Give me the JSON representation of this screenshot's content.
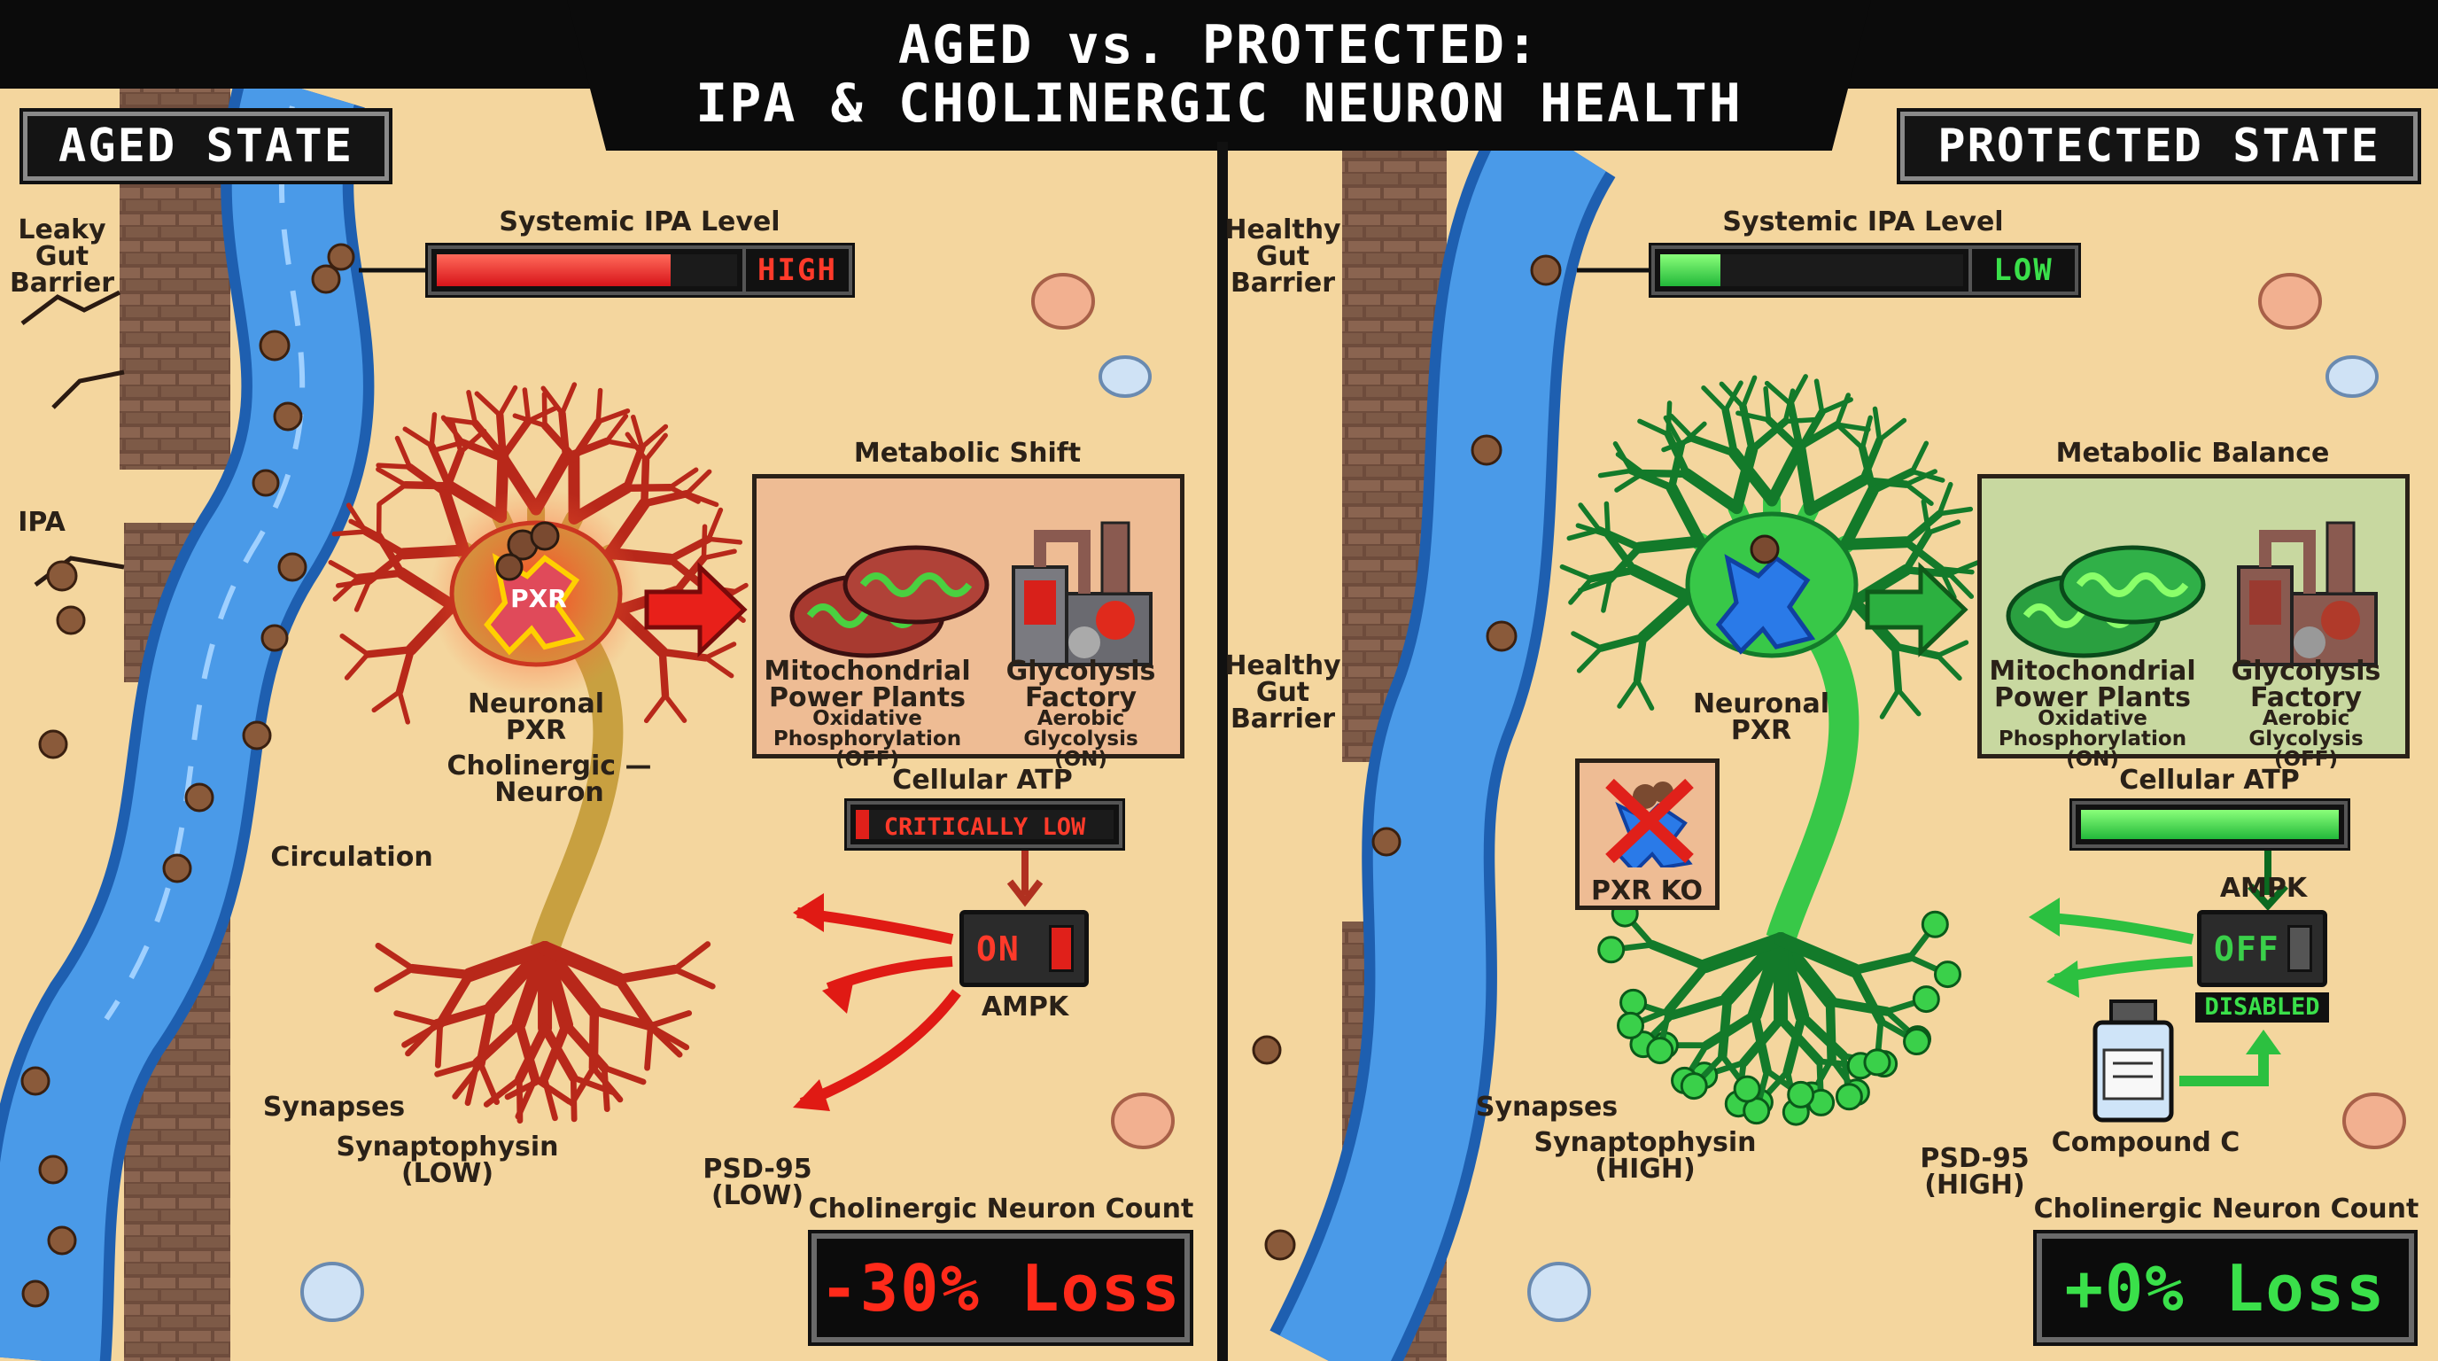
{
  "title": {
    "line1": "AGED vs. PROTECTED:",
    "line2": "IPA & CHOLINERGIC NEURON HEALTH"
  },
  "colors": {
    "sand": "#f4d69e",
    "river": "#3a8be0",
    "aged_accent": "#e02a1c",
    "protected_accent": "#2fd14a",
    "barrier": "#6b4a3a"
  },
  "aged": {
    "state_label": "AGED STATE",
    "gut_label": [
      "Leaky",
      "Gut",
      "Barrier"
    ],
    "ipa_label": "IPA",
    "circulation_label": "Circulation",
    "ipa_level": {
      "label": "Systemic IPA Level",
      "status": "HIGH",
      "level_percent": 78
    },
    "neuron": {
      "pxr_body_label": "PXR",
      "pxr_label": [
        "Neuronal",
        "PXR"
      ],
      "type_label": [
        "Cholinergic —",
        "Neuron"
      ]
    },
    "metabolic": {
      "title": "Metabolic Shift",
      "mito": {
        "title": [
          "Mitochondrial",
          "Power Plants"
        ],
        "sub": [
          "Oxidative",
          "Phosphorylation",
          "(OFF)"
        ]
      },
      "glyco": {
        "title": [
          "Glycolysis",
          "Factory"
        ],
        "sub": [
          "Aerobic",
          "Glycolysis",
          "(ON)"
        ]
      }
    },
    "atp": {
      "label": "Cellular ATP",
      "status": "CRITICALLY LOW",
      "level_percent": 5
    },
    "ampk": {
      "label": "AMPK",
      "switch": "ON"
    },
    "synapses_label": "Synapses",
    "synaptophysin": [
      "Synaptophysin",
      "(LOW)"
    ],
    "psd95": [
      "PSD-95",
      "(LOW)"
    ],
    "count": {
      "label": "Cholinergic Neuron Count",
      "value": "-30% Loss"
    }
  },
  "protected": {
    "state_label": "PROTECTED STATE",
    "gut_label_top": [
      "Healthy",
      "Gut",
      "Barrier"
    ],
    "gut_label_mid": [
      "Healthy",
      "Gut",
      "Barrier"
    ],
    "ipa_level": {
      "label": "Systemic IPA Level",
      "status": "LOW",
      "level_percent": 20
    },
    "neuron": {
      "pxr_label": [
        "Neuronal",
        "PXR"
      ],
      "ko_label": "PXR KO"
    },
    "metabolic": {
      "title": "Metabolic Balance",
      "mito": {
        "title": [
          "Mitochondrial",
          "Power Plants"
        ],
        "sub": [
          "Oxidative",
          "Phosphorylation",
          "(ON)"
        ]
      },
      "glyco": {
        "title": [
          "Glycolysis",
          "Factory"
        ],
        "sub": [
          "Aerobic",
          "Glycolysis",
          "(OFF)"
        ]
      }
    },
    "atp": {
      "label": "Cellular ATP",
      "level_percent": 100
    },
    "ampk": {
      "label": "AMPK",
      "switch": "OFF",
      "status": "DISABLED"
    },
    "compound": "Compound C",
    "synapses_label": "Synapses",
    "synaptophysin": [
      "Synaptophysin",
      "(HIGH)"
    ],
    "psd95": [
      "PSD-95",
      "(HIGH)"
    ],
    "count": {
      "label": "Cholinergic Neuron Count",
      "value": "+0% Loss"
    }
  }
}
